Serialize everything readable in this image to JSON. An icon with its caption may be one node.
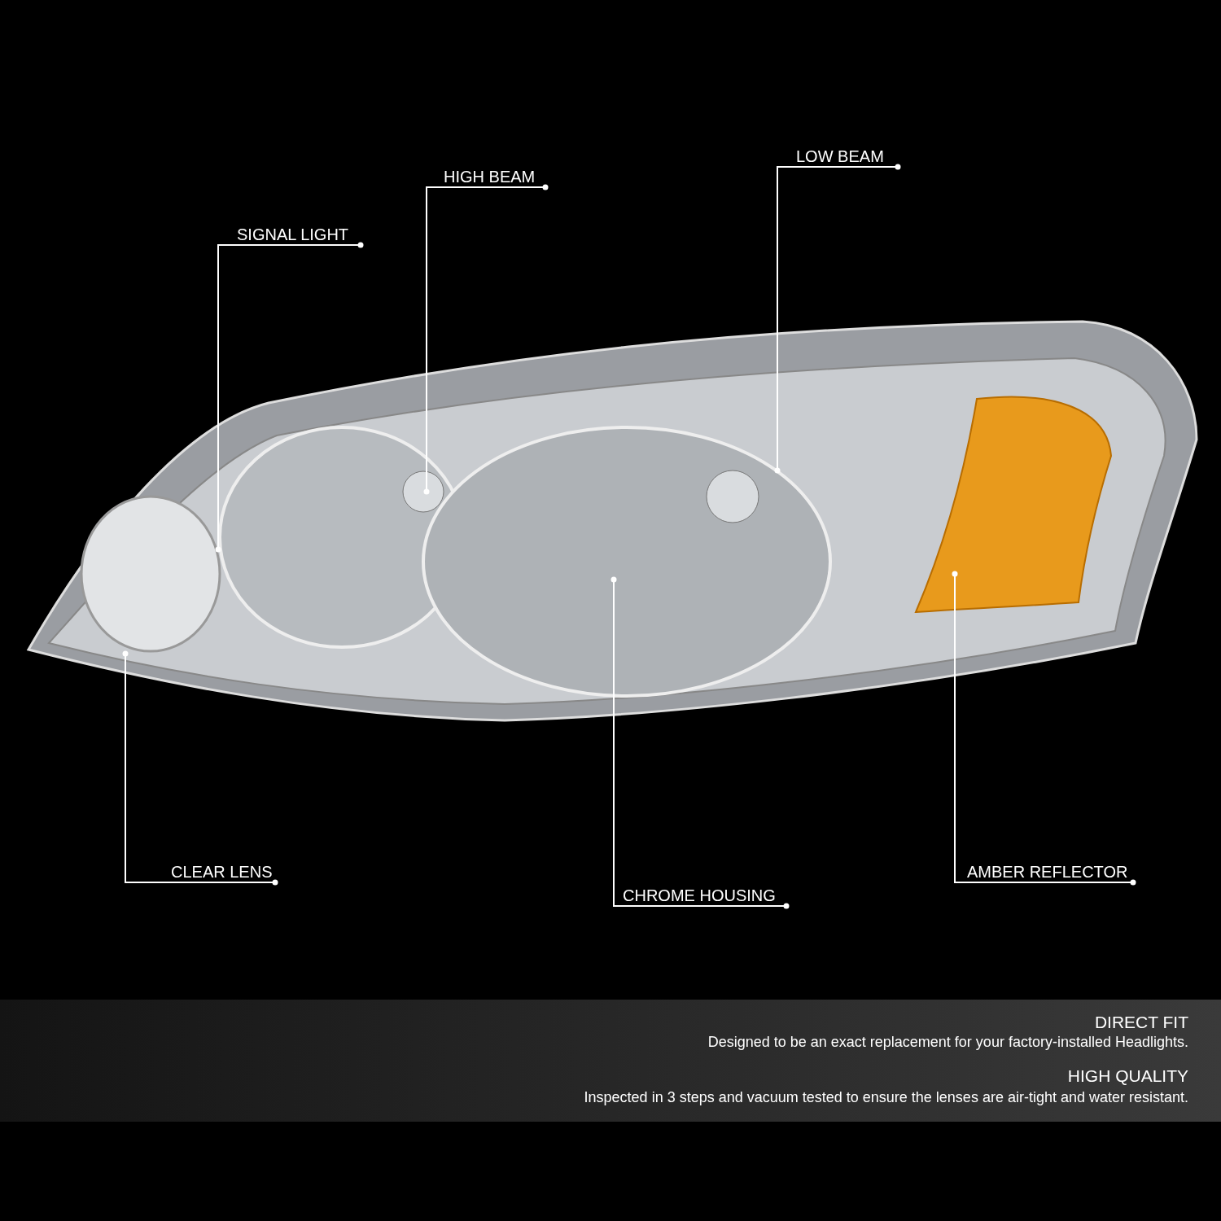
{
  "diagram": {
    "nodes": [
      {
        "text": [
          "SIGNAL LIGHT"
        ]
      },
      {
        "text": [
          "HIGH BEAM"
        ]
      },
      {
        "text": [
          "LOW BEAM"
        ]
      },
      {
        "text": [
          "CLEAR LENS"
        ]
      },
      {
        "text": [
          "CHROME HOUSING"
        ]
      },
      {
        "text": [
          "AMBER REFLECTOR"
        ]
      }
    ],
    "edges": [
      {
        "from": 0,
        "to": null,
        "arrow": "other"
      },
      {
        "from": 1,
        "to": null,
        "arrow": "other"
      },
      {
        "from": 2,
        "to": null,
        "arrow": "other"
      },
      {
        "from": 3,
        "to": null,
        "arrow": "other"
      },
      {
        "from": 4,
        "to": null,
        "arrow": "other"
      },
      {
        "from": 5,
        "to": null,
        "arrow": "other"
      }
    ],
    "labels": [
      "DIRECT FIT",
      "Designed to be an exact replacement for your factory-installed Headlights.",
      "HIGH QUALITY",
      "Inspected in 3 steps and vacuum tested to ensure the lenses are air-tight and water resistant."
    ]
  }
}
